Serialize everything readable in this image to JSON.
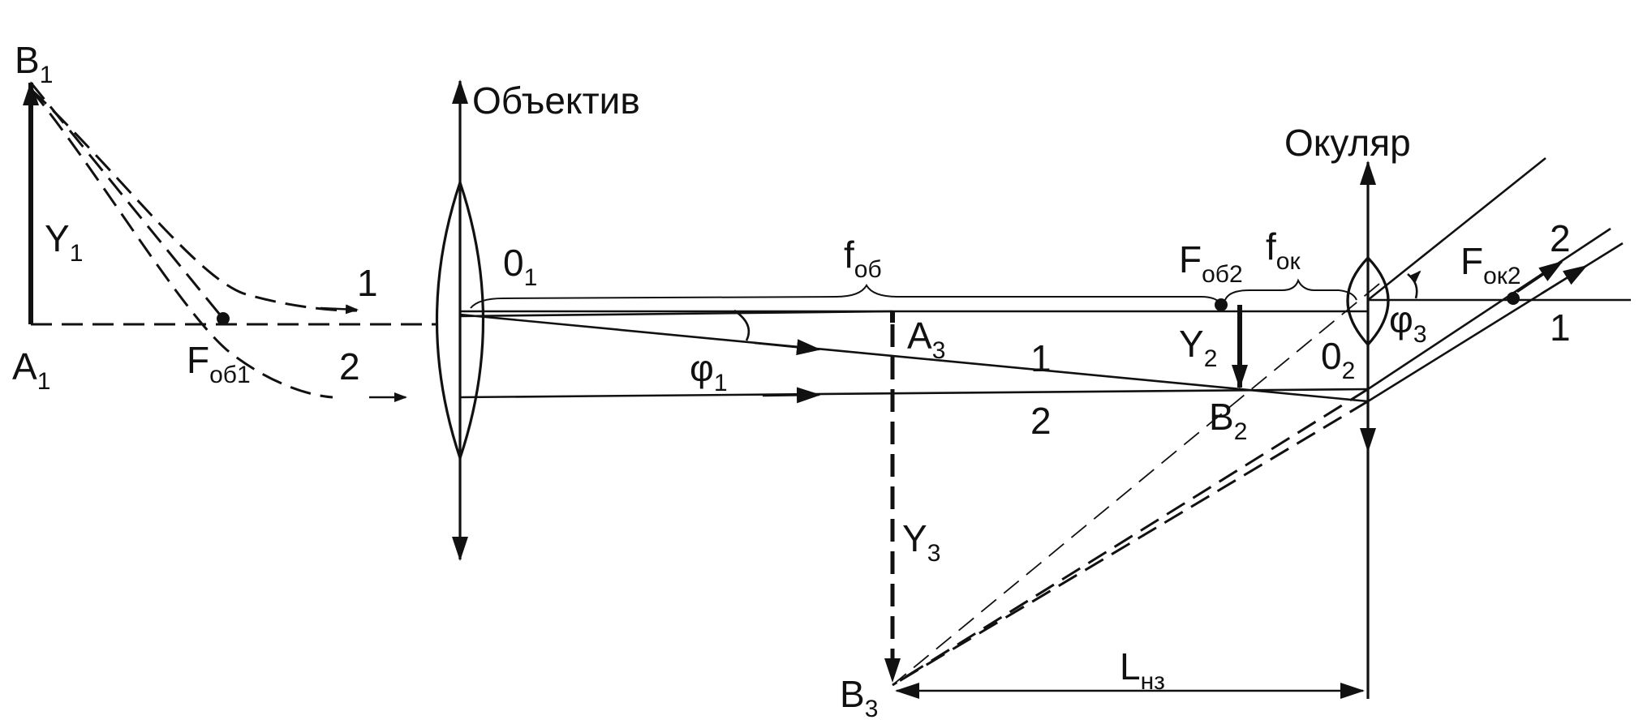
{
  "diagram": {
    "lens_labels": {
      "objective": "Объектив",
      "eyepiece": "Окуляр"
    },
    "points": [
      {
        "id": "B1",
        "main": "B",
        "sub": "1"
      },
      {
        "id": "A1",
        "main": "A",
        "sub": "1"
      },
      {
        "id": "Y1",
        "main": "Y",
        "sub": "1"
      },
      {
        "id": "Fob1",
        "main": "F",
        "sub": "об1"
      },
      {
        "id": "O1",
        "main": "0",
        "sub": "1"
      },
      {
        "id": "fob",
        "main": "f",
        "sub": "об"
      },
      {
        "id": "A3",
        "main": "A",
        "sub": "3"
      },
      {
        "id": "phi1",
        "main": "φ",
        "sub": "1"
      },
      {
        "id": "Y3",
        "main": "Y",
        "sub": "3"
      },
      {
        "id": "B3",
        "main": "B",
        "sub": "3"
      },
      {
        "id": "Fob2",
        "main": "F",
        "sub": "об2"
      },
      {
        "id": "fok",
        "main": "f",
        "sub": "ок"
      },
      {
        "id": "Y2",
        "main": "Y",
        "sub": "2"
      },
      {
        "id": "B2",
        "main": "B",
        "sub": "2"
      },
      {
        "id": "O2",
        "main": "0",
        "sub": "2"
      },
      {
        "id": "phi3",
        "main": "φ",
        "sub": "3"
      },
      {
        "id": "Fok2",
        "main": "F",
        "sub": "ок2"
      },
      {
        "id": "Lnz",
        "main": "L",
        "sub": "нз"
      }
    ],
    "ray_numbers": {
      "ray1_before_objective": "1",
      "ray2_before_objective": "2",
      "ray1_after_objective": "1",
      "ray2_after_objective": "2",
      "ray2_after_eyepiece": "2",
      "ray1_after_eyepiece": "1"
    }
  }
}
